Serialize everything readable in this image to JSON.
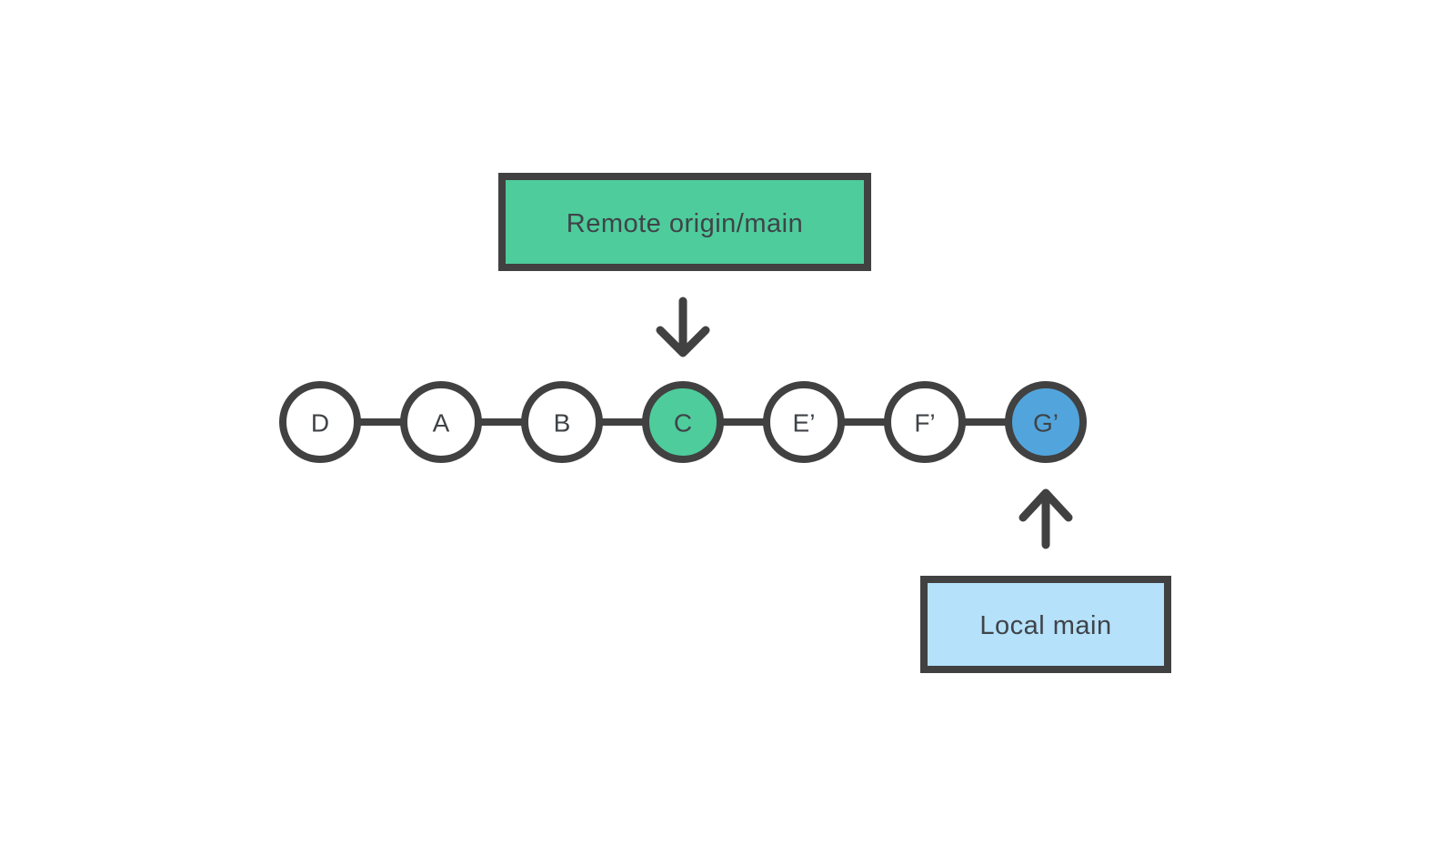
{
  "diagram": {
    "type": "git-commit-graph",
    "remote_branch": {
      "label": "Remote origin/main",
      "fill": "#4ecc9c",
      "points_to_commit": "C"
    },
    "local_branch": {
      "label": "Local main",
      "fill": "#b5e1fa",
      "points_to_commit": "G’"
    },
    "commits": [
      {
        "label": "D",
        "fill": "#ffffff"
      },
      {
        "label": "A",
        "fill": "#ffffff"
      },
      {
        "label": "B",
        "fill": "#ffffff"
      },
      {
        "label": "C",
        "fill": "#4ecc9c"
      },
      {
        "label": "E’",
        "fill": "#ffffff"
      },
      {
        "label": "F’",
        "fill": "#ffffff"
      },
      {
        "label": "G’",
        "fill": "#52a5dc"
      }
    ],
    "colors": {
      "stroke": "#414141",
      "text": "#3f4348",
      "remote_accent": "#4ecc9c",
      "local_accent": "#b5e1fa",
      "local_commit_accent": "#52a5dc"
    }
  }
}
